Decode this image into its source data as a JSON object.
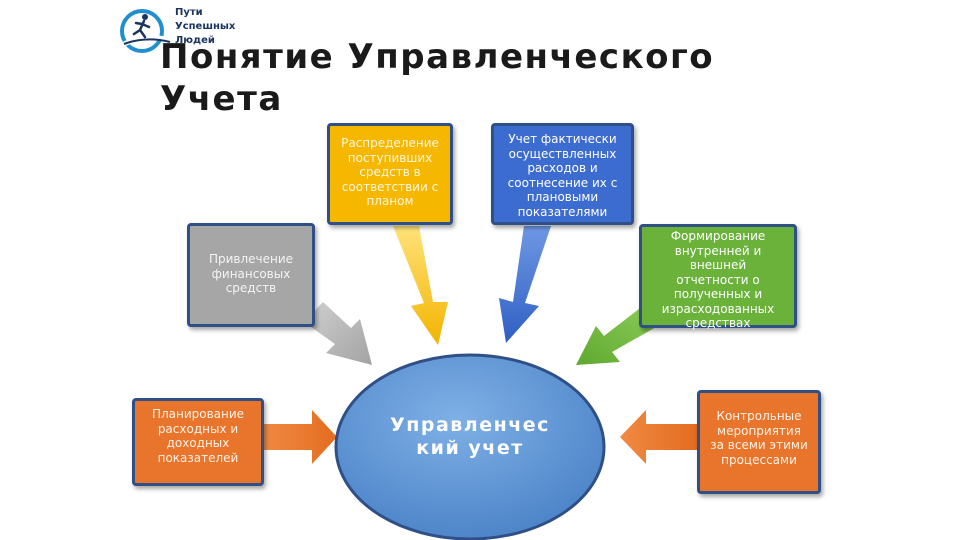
{
  "logo": {
    "icon": "runner-globe-icon",
    "lines": [
      "Пути",
      "Успешных",
      "Людей"
    ]
  },
  "title": {
    "line1": "Понятие Управленческого",
    "line2": "Учета"
  },
  "center": {
    "lines": [
      "Управленчес",
      "кий учет"
    ]
  },
  "nodes": {
    "gray": {
      "lines": [
        "Привлечение",
        "финансовых",
        "средств"
      ],
      "color": "#a6a6a6"
    },
    "yellow": {
      "lines": [
        "Распределение",
        "поступивших",
        "средств в",
        "соответствии с",
        "планом"
      ],
      "color": "#f5b700"
    },
    "blue": {
      "lines": [
        "Учет фактически",
        "осуществленных",
        "расходов и",
        "соотнесение их с",
        "плановыми",
        "показателями"
      ],
      "color": "#3c6ccf"
    },
    "green": {
      "lines": [
        "Формирование",
        "внутренней и",
        "внешней",
        "отчетности о",
        "полученных и",
        "израсходованных",
        "средствах"
      ],
      "color": "#6ab23a"
    },
    "orange_left": {
      "lines": [
        "Планирование",
        "расходных и",
        "доходных",
        "показателей"
      ],
      "color": "#e8752b"
    },
    "orange_right": {
      "lines": [
        "Контрольные",
        "мероприятия",
        "за всеми этими",
        "процессами"
      ],
      "color": "#e8752b"
    }
  },
  "colors": {
    "ellipse": "#5b93d3",
    "ellipse_border": "#2f4f87",
    "border": "#2f4f87"
  }
}
